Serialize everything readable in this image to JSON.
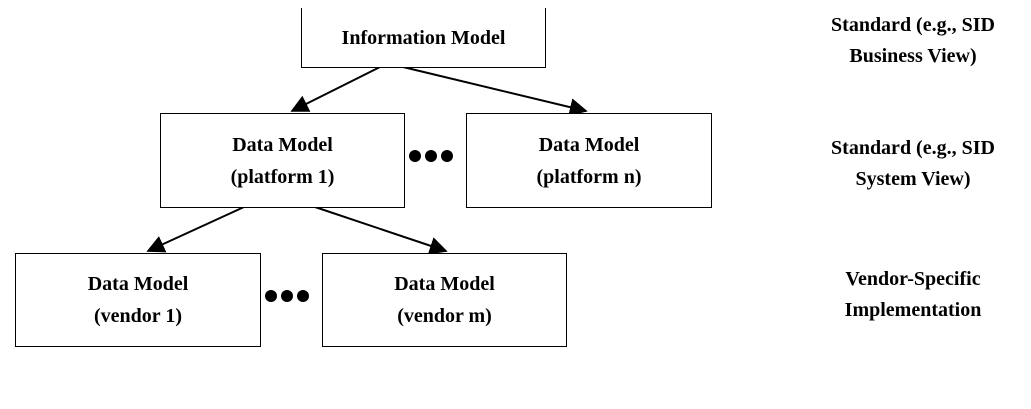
{
  "diagram": {
    "info_model": {
      "label": "Information Model"
    },
    "platform_1": {
      "line1": "Data Model",
      "line2": "(platform 1)"
    },
    "platform_n": {
      "line1": "Data Model",
      "line2": "(platform n)"
    },
    "vendor_1": {
      "line1": "Data Model",
      "line2": "(vendor 1)"
    },
    "vendor_m": {
      "line1": "Data Model",
      "line2": "(vendor m)"
    }
  },
  "levels": {
    "top": {
      "line1": "Standard (e.g., SID",
      "line2": "Business View)"
    },
    "middle": {
      "line1": "Standard (e.g., SID",
      "line2": "System View)"
    },
    "bottom": {
      "line1": "Vendor-Specific",
      "line2": "Implementation"
    }
  }
}
